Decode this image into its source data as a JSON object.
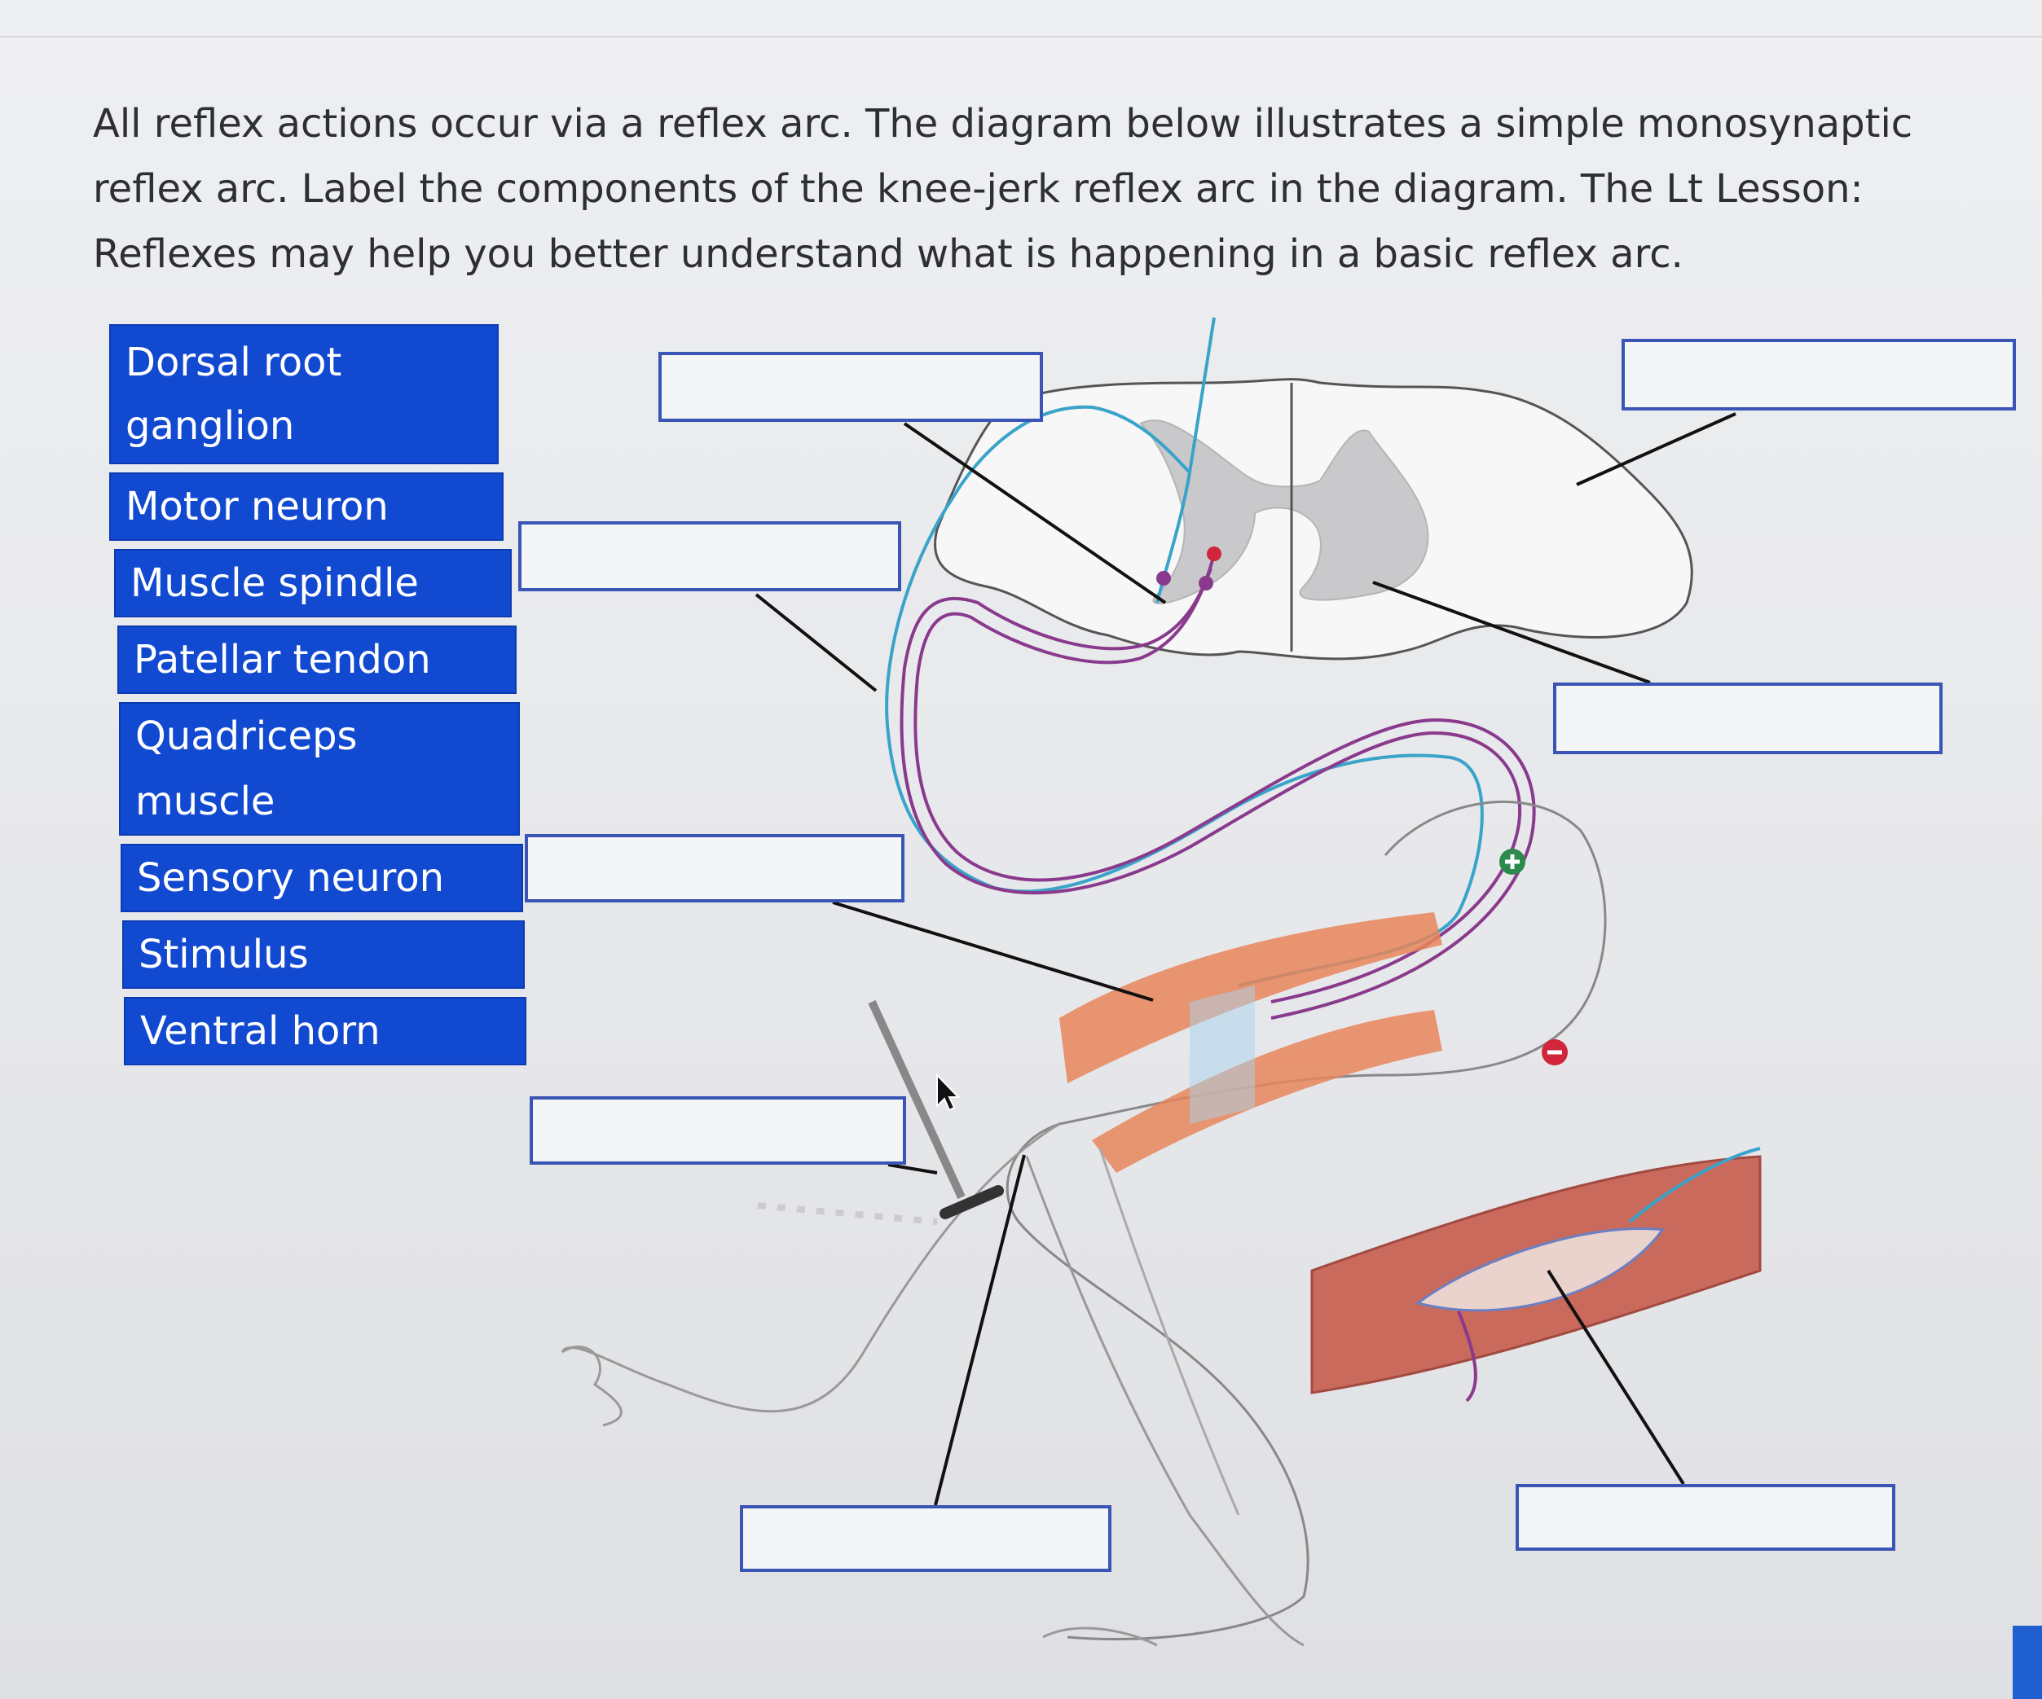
{
  "prompt": {
    "text": "All reflex actions occur via a reflex arc. The diagram below illustrates a simple monosynaptic reflex arc. Label the components of the knee-jerk reflex arc in the diagram. The Lt Lesson: Reflexes may help you better understand what is happening in a basic reflex arc."
  },
  "word_bank": [
    "Dorsal root ganglion",
    "Motor neuron",
    "Muscle spindle",
    "Patellar tendon",
    "Quadriceps muscle",
    "Sensory neuron",
    "Stimulus",
    "Ventral horn"
  ],
  "drop_targets": [
    "",
    "",
    "",
    "",
    "",
    "",
    "",
    ""
  ],
  "colors": {
    "chip_bg": "#1149d1",
    "chip_text": "#ffffff",
    "target_border": "#3a55b5",
    "sensory_nerve": "#3aa3c9",
    "motor_nerve": "#8a3a8c",
    "muscle": "#e8855a",
    "gray_matter": "#c9c9cb"
  },
  "icons": {
    "excite_badge": "plus-circle-icon",
    "inhibit_badge": "minus-circle-icon",
    "cursor": "mouse-pointer-icon"
  }
}
